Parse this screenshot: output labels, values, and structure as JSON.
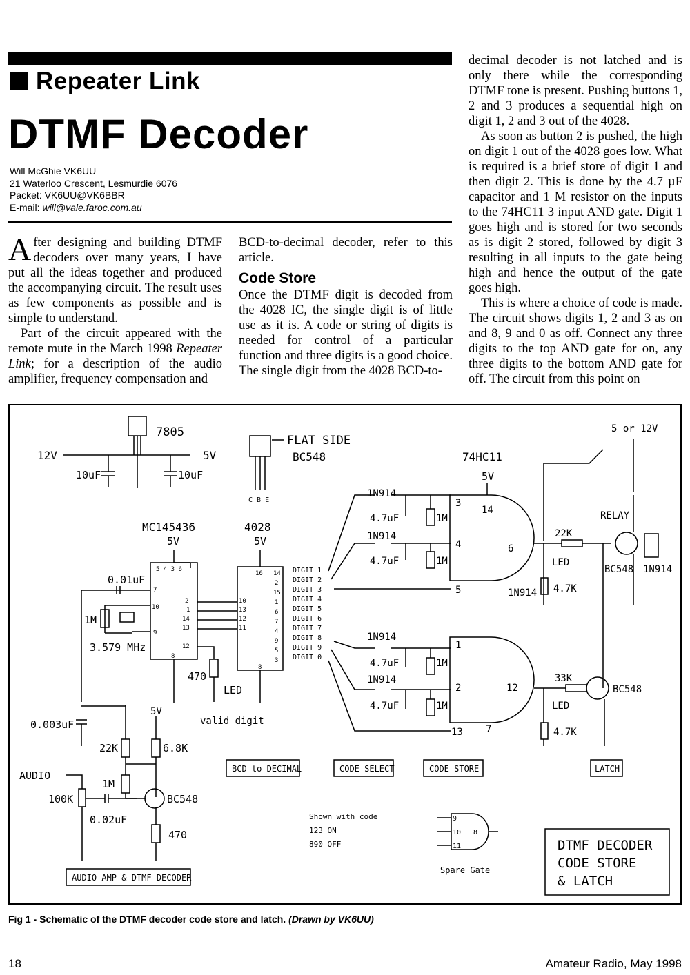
{
  "header": {
    "section": "Repeater Link",
    "title": "DTMF Decoder"
  },
  "author": {
    "name": "Will McGhie VK6UU",
    "address": "21 Waterloo Crescent, Lesmurdie 6076",
    "packet": "Packet: VK6UU@VK6BBR",
    "email_label": "E-mail: ",
    "email": "will@vale.faroc.com.au"
  },
  "col1": {
    "dropcap": "A",
    "p1": "fter designing and building DTMF decoders over many years, I have put all the ideas together and produced the accompanying circuit. The result uses as few components as possible and is simple to understand.",
    "p2a": "Part of the circuit appeared with the remote mute in the March 1998 ",
    "p2b": "Repeater Link",
    "p2c": "; for a description of the audio amplifier, frequency compensation and"
  },
  "col2": {
    "p1": "BCD-to-decimal decoder, refer to this article.",
    "heading": "Code Store",
    "p2": "Once the DTMF digit is decoded from the 4028 IC, the single digit is of little use as it is. A code or string of digits is needed for control of a particular function and three digits is a good choice. The single digit from the 4028 BCD-to-"
  },
  "col3": {
    "p1": "decimal decoder is not latched and is only there while the corresponding DTMF tone is present. Pushing buttons 1, 2 and 3 produces a sequential high on digit 1, 2 and 3 out of the 4028.",
    "p2": "As soon as button 2 is pushed, the high on digit 1 out of the 4028 goes low. What is required is a brief store of digit 1 and then digit 2. This is done by the 4.7 µF capacitor and 1 M resistor on the inputs to the 74HC11 3 input AND gate. Digit 1 goes high and is stored for two seconds as is digit 2 stored, followed by digit 3 resulting in all inputs to the gate being high and hence the output of the gate goes high.",
    "p3": "This is where a choice of code is made. The circuit shows digits 1, 2 and 3 as on and 8, 9 and 0 as off. Connect any three digits to the top AND gate for on, any three digits to the bottom AND gate for off. The circuit from this point on"
  },
  "schematic": {
    "reg": "7805",
    "in_12v": "12V",
    "out_5v": "5V",
    "cap_a": "10uF",
    "cap_b": "10uF",
    "flat_side": "FLAT SIDE",
    "bc548_top": "BC548",
    "cbe": "C B E",
    "chip_74hc11": "74HC11",
    "v5_gate": "5V",
    "supply": "5 or 12V",
    "relay": "RELAY",
    "mc": "MC145436",
    "mc_5v": "5V",
    "c4028": "4028",
    "c4028_5v": "5V",
    "cap_001": "0.01uF",
    "r_1m_a": "1M",
    "xtal": "3.579 MHz",
    "cap_0003": "0.003uF",
    "r_470_a": "470",
    "led_a": "LED",
    "valid_digit": "valid digit",
    "v5_amp": "5V",
    "r_22k": "22K",
    "r_68k": "6.8K",
    "r_1m_b": "1M",
    "bc548_amp": "BC548",
    "audio": "AUDIO",
    "pot": "100K",
    "cap_002": "0.02uF",
    "r_470_b": "470",
    "digits": [
      "DIGIT 1",
      "DIGIT 2",
      "DIGIT 3",
      "DIGIT 4",
      "DIGIT 5",
      "DIGIT 6",
      "DIGIT 7",
      "DIGIT 8",
      "DIGIT 9",
      "DIGIT 0"
    ],
    "pins_4028_right": [
      "14",
      "2",
      "15",
      "1",
      "6",
      "7",
      "4",
      "9",
      "5",
      "3"
    ],
    "pins_4028_left": [
      "10",
      "13",
      "12",
      "11"
    ],
    "pin_4028_top": "16",
    "pin_4028_bot": "8",
    "pins_mc_top": "5 4 3 6",
    "pins_mc_right": [
      "2",
      "1",
      "14",
      "13",
      "12"
    ],
    "pins_mc_left": [
      "7",
      "10",
      "9"
    ],
    "pin_mc_bot": "8",
    "in914": "1N914",
    "cap_47": "4.7uF",
    "r_1m": "1M",
    "gate_top_pins": [
      "3",
      "4",
      "5",
      "14",
      "6"
    ],
    "gate_bot_pins": [
      "1",
      "2",
      "13",
      "7",
      "12"
    ],
    "r_22k_b": "22K",
    "r_47k_a": "4.7K",
    "r_33k": "33K",
    "r_47k_b": "4.7K",
    "led_b": "LED",
    "led_c": "LED",
    "in914_out": "1N914",
    "bc548_relay": "BC548",
    "in914_relay": "1N914",
    "bc548_latch": "BC548",
    "box_bcd": "BCD to DECIMAL",
    "box_select": "CODE SELECT",
    "box_store": "CODE STORE",
    "box_latch": "LATCH",
    "box_audio": "AUDIO AMP & DTMF DECODER",
    "shown": "Shown with code",
    "code_on": "123 ON",
    "code_off": "890 OFF",
    "spare_pins": [
      "9",
      "10",
      "11",
      "8"
    ],
    "spare": "Spare Gate",
    "titlebox": [
      "DTMF DECODER",
      "CODE STORE",
      "& LATCH"
    ]
  },
  "caption": {
    "main": "Fig 1 - Schematic of the DTMF decoder code store and latch. ",
    "credit": "(Drawn by VK6UU)"
  },
  "footer": {
    "page": "18",
    "journal": "Amateur Radio, May 1998"
  }
}
